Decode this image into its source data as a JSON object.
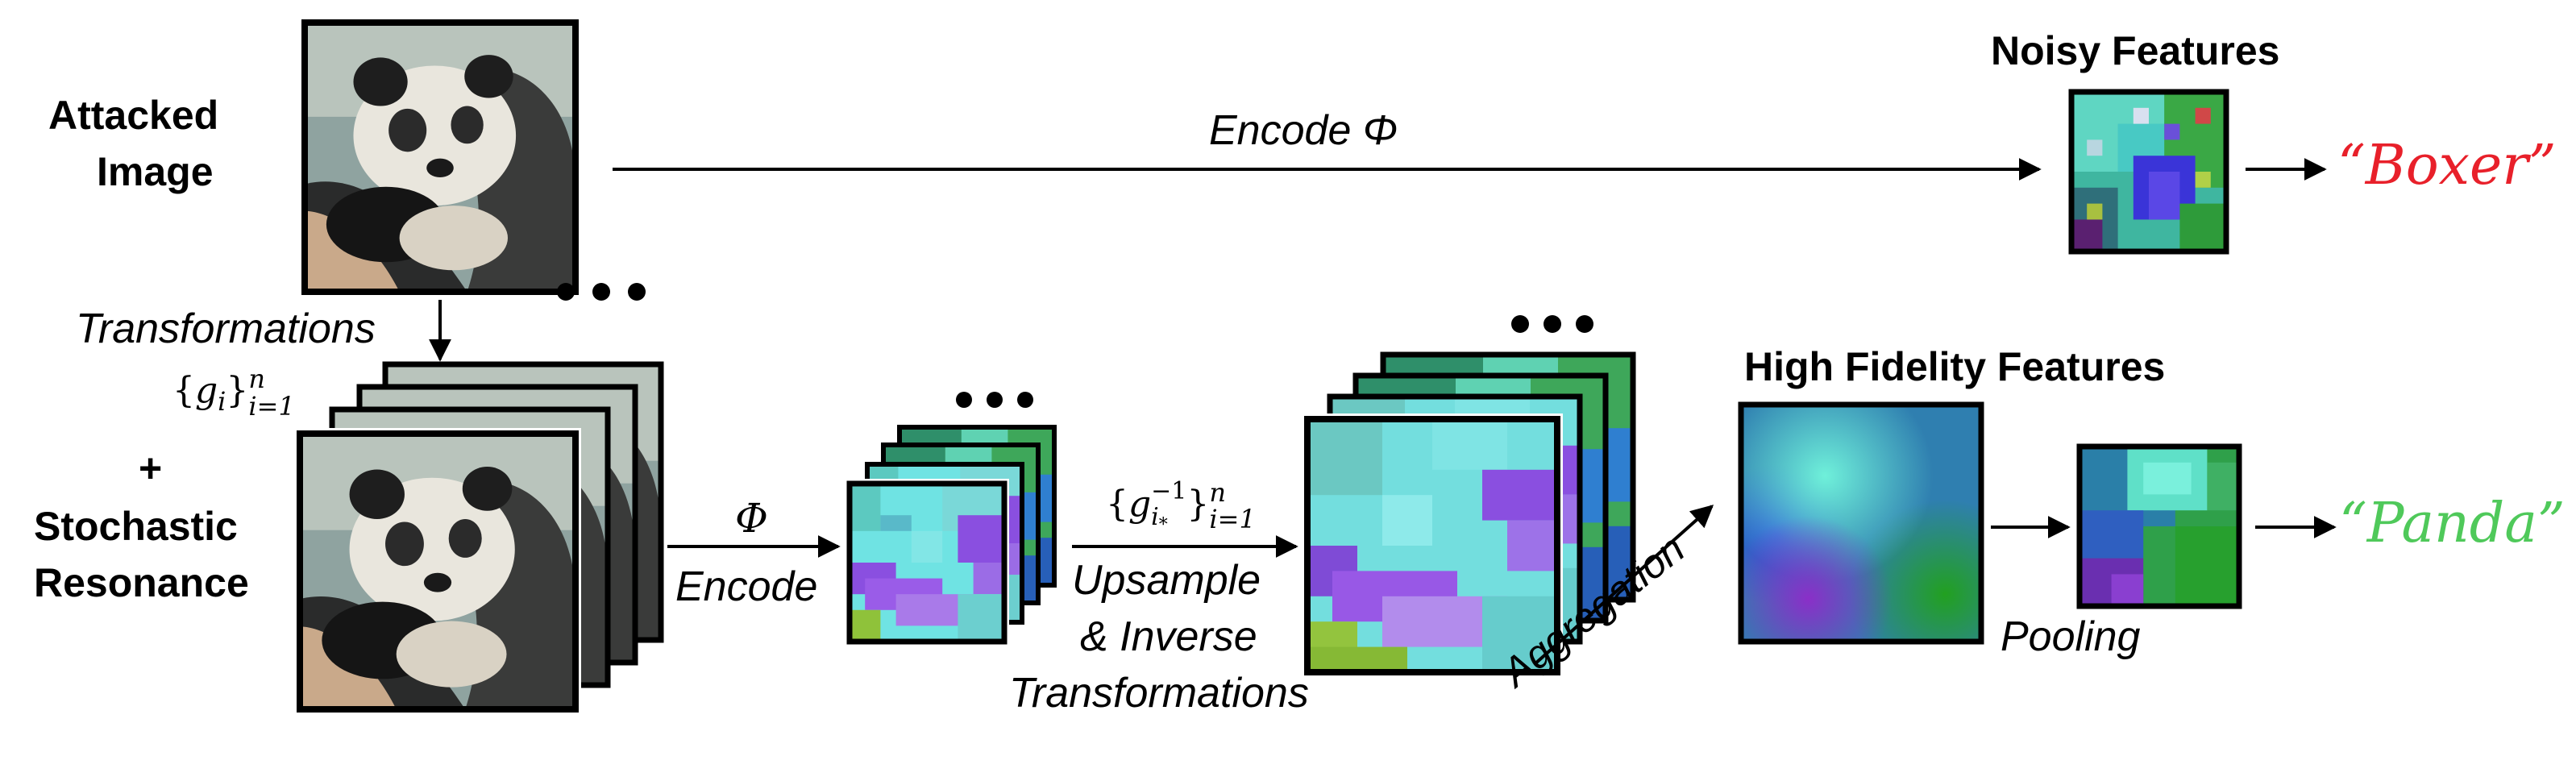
{
  "labels": {
    "attacked_line1": "Attacked",
    "attacked_line2": "Image",
    "encode_phi_top": "Encode Φ",
    "noisy_features": "Noisy Features",
    "boxer": "“Boxer”",
    "transformations": "Transformations",
    "plus": "+",
    "stochastic": "Stochastic",
    "resonance": "Resonance",
    "phi": "Φ",
    "encode": "Encode",
    "upsample": "Upsample",
    "inverse": "& Inverse",
    "transformations2": "Transformations",
    "high_fidelity": "High Fidelity Features",
    "aggregation": "Aggregation",
    "pooling": "Pooling",
    "panda": "“Panda”"
  },
  "math": {
    "g_set": {
      "open": "{",
      "var": "g",
      "sub": "i",
      "close": "}",
      "sup": "n",
      "range": "i=1"
    },
    "g_inv_set": {
      "open": "{",
      "var": "g",
      "sup_inv": "−1",
      "sub": "i",
      "sub_star": "*",
      "close": "}",
      "sup": "n",
      "range": "i=1"
    }
  },
  "colors": {
    "red_label": "#e8202a",
    "green_label": "#4fc95a",
    "feature_cyan": "#6fe3e3",
    "feature_purple": "#8a4fe0",
    "feature_green": "#3aa845",
    "feature_blue": "#2a2fc8"
  }
}
